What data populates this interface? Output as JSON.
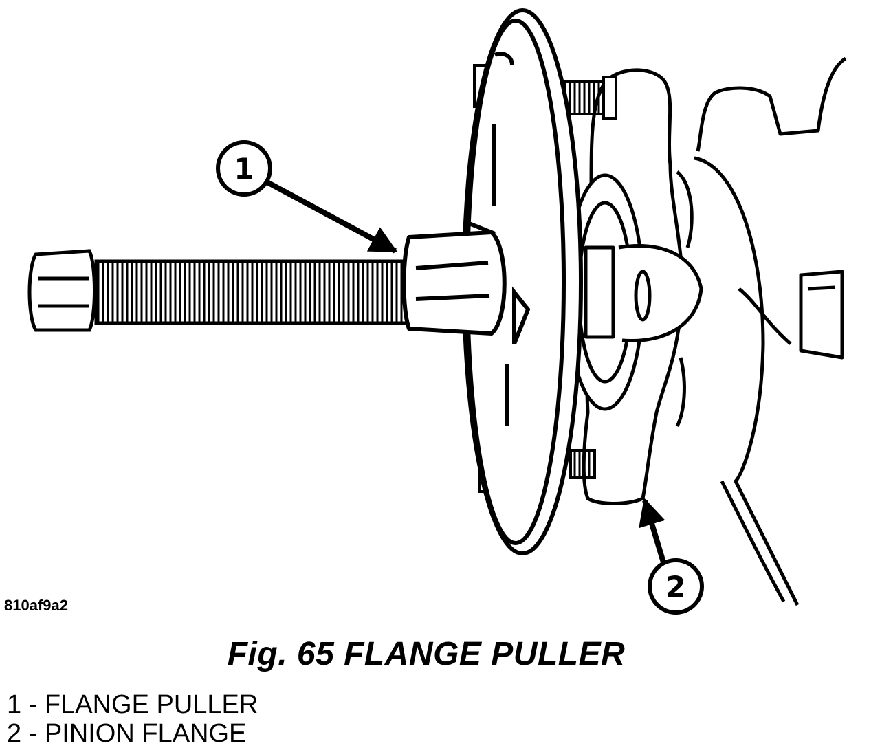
{
  "image_code": "810af9a2",
  "caption": "Fig. 65 FLANGE PULLER",
  "callouts": [
    {
      "number": "1"
    },
    {
      "number": "2"
    }
  ],
  "legend": [
    {
      "number": "1",
      "label": "FLANGE PULLER",
      "text": "1 - FLANGE PULLER"
    },
    {
      "number": "2",
      "label": "PINION FLANGE",
      "text": "2 - PINION FLANGE"
    }
  ]
}
